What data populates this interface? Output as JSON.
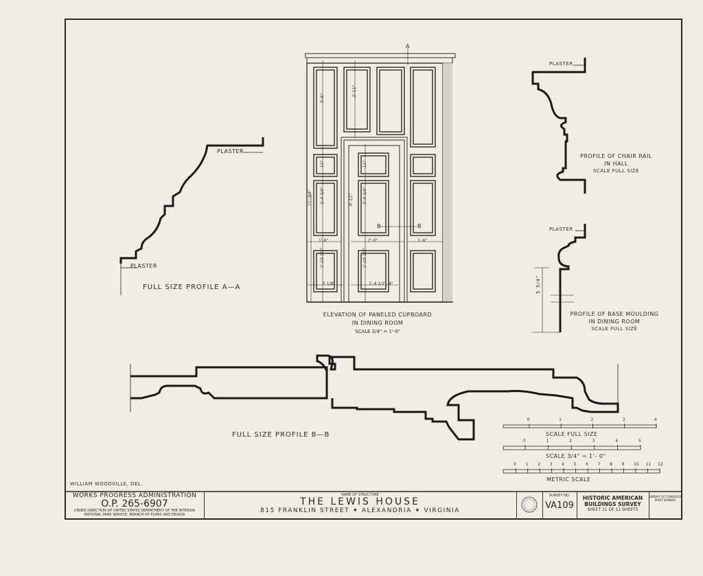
{
  "profile_aa": {
    "plaster_top": "PLASTER",
    "plaster_bottom": "PLASTER",
    "title": "FULL SIZE PROFILE A—A"
  },
  "cupboard": {
    "section_mark_a": "A",
    "section_mark_b_left": "B",
    "section_mark_b_right": "B",
    "dimensions": [
      "3'-6\"",
      "2'-11\"",
      "11\"",
      "11\"",
      "2'-4 3/4\"",
      "2'-4 3/4\"",
      "6'-11\"",
      "11'-3/4\"",
      "1'-6\"",
      "2'-0\"",
      "1'-6\"",
      "1'-10 1/2\"",
      "1'-10 1/2\"",
      "1'-4 1/2\"",
      "5 1/8\"",
      "4\""
    ],
    "title_line1": "ELEVATION OF PANELED CUPBOARD",
    "title_line2": "IN DINING ROOM",
    "scale": "SCALE 3/4\" = 1'-0\""
  },
  "chair_rail": {
    "plaster": "PLASTER",
    "title_line1": "PROFILE OF CHAIR RAIL",
    "title_line2": "IN HALL",
    "scale": "SCALE FULL SIZE"
  },
  "base_moulding": {
    "plaster": "PLASTER",
    "dimension": "5 3/4\"",
    "title_line1": "PROFILE OF BASE MOULDING",
    "title_line2": "IN DINING ROOM",
    "scale": "SCALE FULL SIZE"
  },
  "profile_bb": {
    "title": "FULL SIZE PROFILE B—B"
  },
  "scales": [
    {
      "label": "SCALE FULL SIZE",
      "ticks": [
        "0",
        "1",
        "2",
        "3",
        "4"
      ]
    },
    {
      "label": "SCALE 3/4\" = 1'- 0\"",
      "ticks": [
        "0",
        "1",
        "2",
        "3",
        "4",
        "5"
      ]
    },
    {
      "label": "METRIC SCALE",
      "ticks": [
        "0",
        "1",
        "2",
        "3",
        "4",
        "5",
        "6",
        "7",
        "8",
        "9",
        "10",
        "11",
        "12"
      ]
    }
  ],
  "delineator": "WILLIAM WOODVILLE, DEL.",
  "title_block": {
    "agency": "WORKS PROGRESS ADMINISTRATION",
    "op_number": "O.P. 265-6907",
    "direction_line1": "UNDER DIRECTION OF UNITED STATES DEPARTMENT OF THE INTERIOR",
    "direction_line2": "NATIONAL PARK SERVICE, BRANCH OF PLANS AND DESIGN",
    "name_label": "NAME OF STRUCTURE",
    "structure_name": "THE LEWIS HOUSE",
    "address": "815 FRANKLIN STREET ✦ ALEXANDRIA ✦ VIRGINIA",
    "survey_label": "SURVEY NO.",
    "survey_number": "VA109",
    "habs_line1": "HISTORIC AMERICAN",
    "habs_line2": "BUILDINGS SURVEY",
    "sheet": "SHEET 11 OF 11 SHEETS",
    "library_line1": "LIBRARY OF CONGRESS",
    "library_line2": "PRINT NUMBER"
  }
}
